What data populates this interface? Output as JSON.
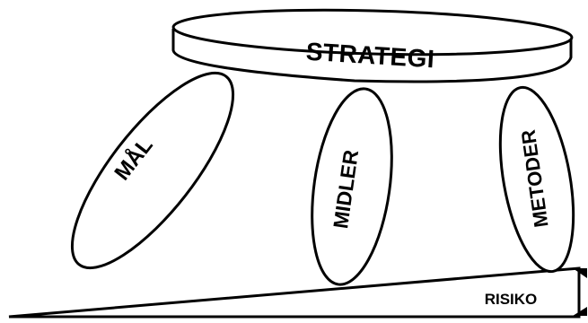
{
  "diagram": {
    "seat_label": "STRATEGI",
    "legs": [
      {
        "label": "MÅL"
      },
      {
        "label": "MIDLER"
      },
      {
        "label": "METODER"
      }
    ],
    "ground_label": "RISIKO"
  },
  "colors": {
    "stroke": "#000000",
    "fill": "#ffffff"
  }
}
